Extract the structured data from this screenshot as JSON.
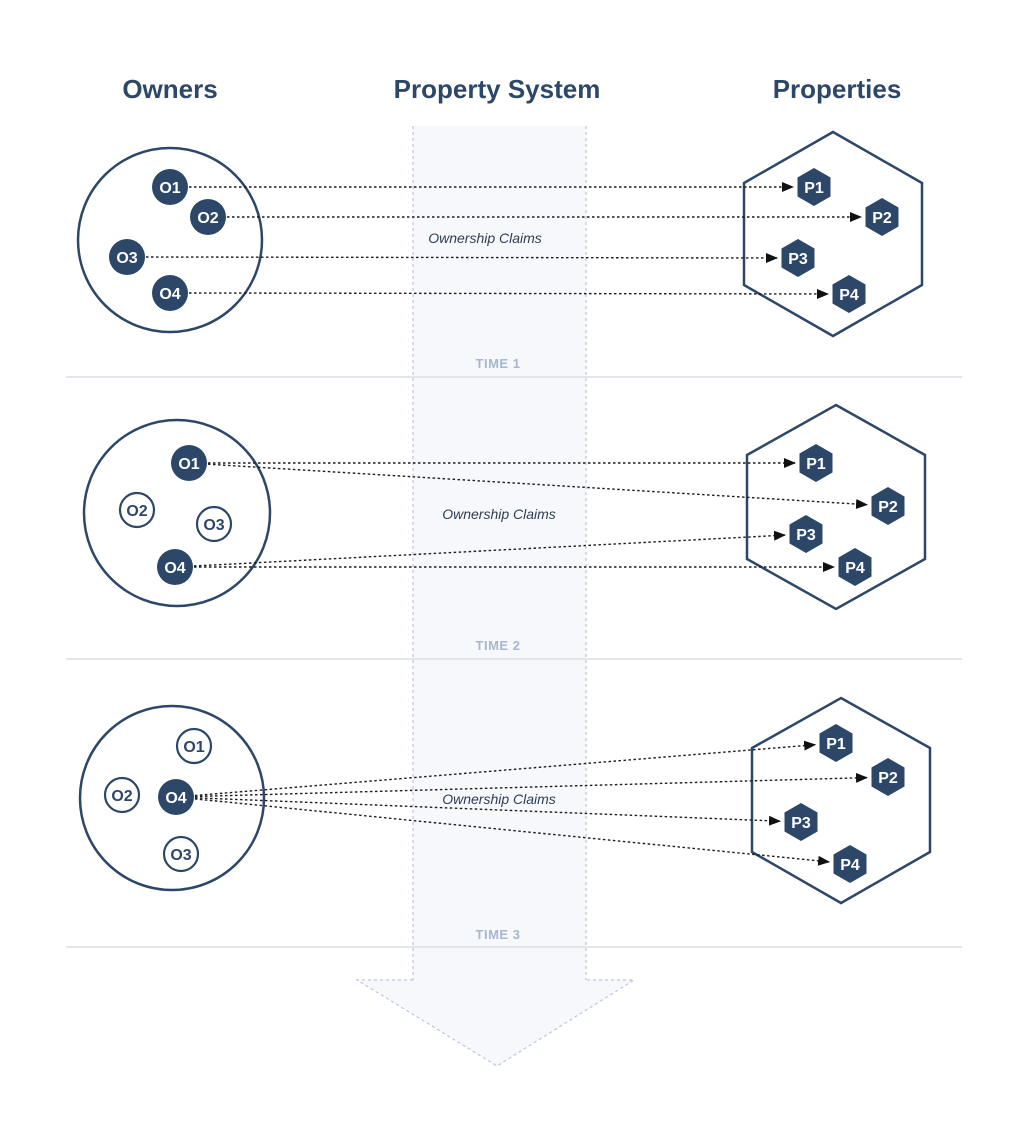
{
  "headers": {
    "owners": "Owners",
    "system": "Property System",
    "properties": "Properties"
  },
  "colors": {
    "navy": "#2d4769",
    "band": "#f6f8fc",
    "band_line": "#b9c7dc",
    "divider": "#e2e5e9",
    "time_text": "#a7b7cd",
    "arrow_line": "#1c1c1c"
  },
  "panels": [
    {
      "time_label": "TIME 1",
      "claims_label": "Ownership Claims",
      "owners": [
        {
          "id": "O1",
          "active": true
        },
        {
          "id": "O2",
          "active": true
        },
        {
          "id": "O3",
          "active": true
        },
        {
          "id": "O4",
          "active": true
        }
      ],
      "properties": [
        "P1",
        "P2",
        "P3",
        "P4"
      ],
      "claims": [
        {
          "from": "O1",
          "to": "P1"
        },
        {
          "from": "O2",
          "to": "P2"
        },
        {
          "from": "O3",
          "to": "P3"
        },
        {
          "from": "O4",
          "to": "P4"
        }
      ]
    },
    {
      "time_label": "TIME 2",
      "claims_label": "Ownership Claims",
      "owners": [
        {
          "id": "O1",
          "active": true
        },
        {
          "id": "O2",
          "active": false
        },
        {
          "id": "O3",
          "active": false
        },
        {
          "id": "O4",
          "active": true
        }
      ],
      "properties": [
        "P1",
        "P2",
        "P3",
        "P4"
      ],
      "claims": [
        {
          "from": "O1",
          "to": "P1"
        },
        {
          "from": "O1",
          "to": "P2"
        },
        {
          "from": "O4",
          "to": "P3"
        },
        {
          "from": "O4",
          "to": "P4"
        }
      ]
    },
    {
      "time_label": "TIME 3",
      "claims_label": "Ownership Claims",
      "owners": [
        {
          "id": "O1",
          "active": false
        },
        {
          "id": "O2",
          "active": false
        },
        {
          "id": "O3",
          "active": false
        },
        {
          "id": "O4",
          "active": true
        }
      ],
      "properties": [
        "P1",
        "P2",
        "P3",
        "P4"
      ],
      "claims": [
        {
          "from": "O4",
          "to": "P1"
        },
        {
          "from": "O4",
          "to": "P2"
        },
        {
          "from": "O4",
          "to": "P3"
        },
        {
          "from": "O4",
          "to": "P4"
        }
      ]
    }
  ]
}
